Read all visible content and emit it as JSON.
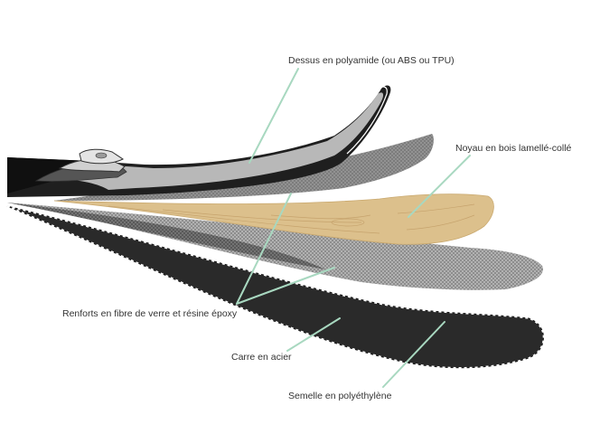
{
  "labels": {
    "top_sheet": "Dessus en polyamide (ou ABS ou TPU)",
    "wood_core": "Noyau en bois lamellé-collé",
    "reinforcements": "Renforts en fibre de verre et résine époxy",
    "steel_edge": "Carre en acier",
    "base": "Semelle en polyéthylène"
  },
  "colors": {
    "leader_line": "#a8d8c0",
    "top_sheet": "#b8b8b8",
    "wood": "#dcc08c",
    "fiberglass": "#777777",
    "fiberglass_light": "#c4c4c4",
    "base": "#2a2a2a",
    "edge_dash": "#ffffff",
    "binding": "#d0d0d0"
  }
}
